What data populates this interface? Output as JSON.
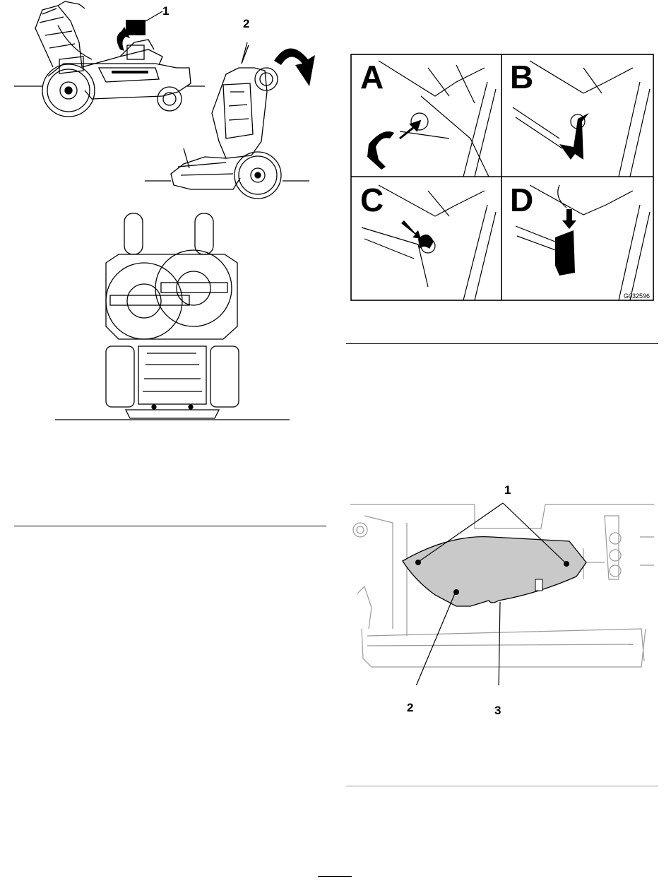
{
  "figure_top_left": {
    "callouts": [
      "1",
      "2"
    ]
  },
  "figure_abcd": {
    "panel_labels": [
      "A",
      "B",
      "C",
      "D"
    ],
    "figure_code": "G032596"
  },
  "figure_shield": {
    "callouts": [
      "1",
      "2",
      "3"
    ]
  },
  "colors": {
    "ink": "#000000",
    "shield_fill": "#c9c9c9",
    "rule_gray": "#9a9a9a"
  }
}
